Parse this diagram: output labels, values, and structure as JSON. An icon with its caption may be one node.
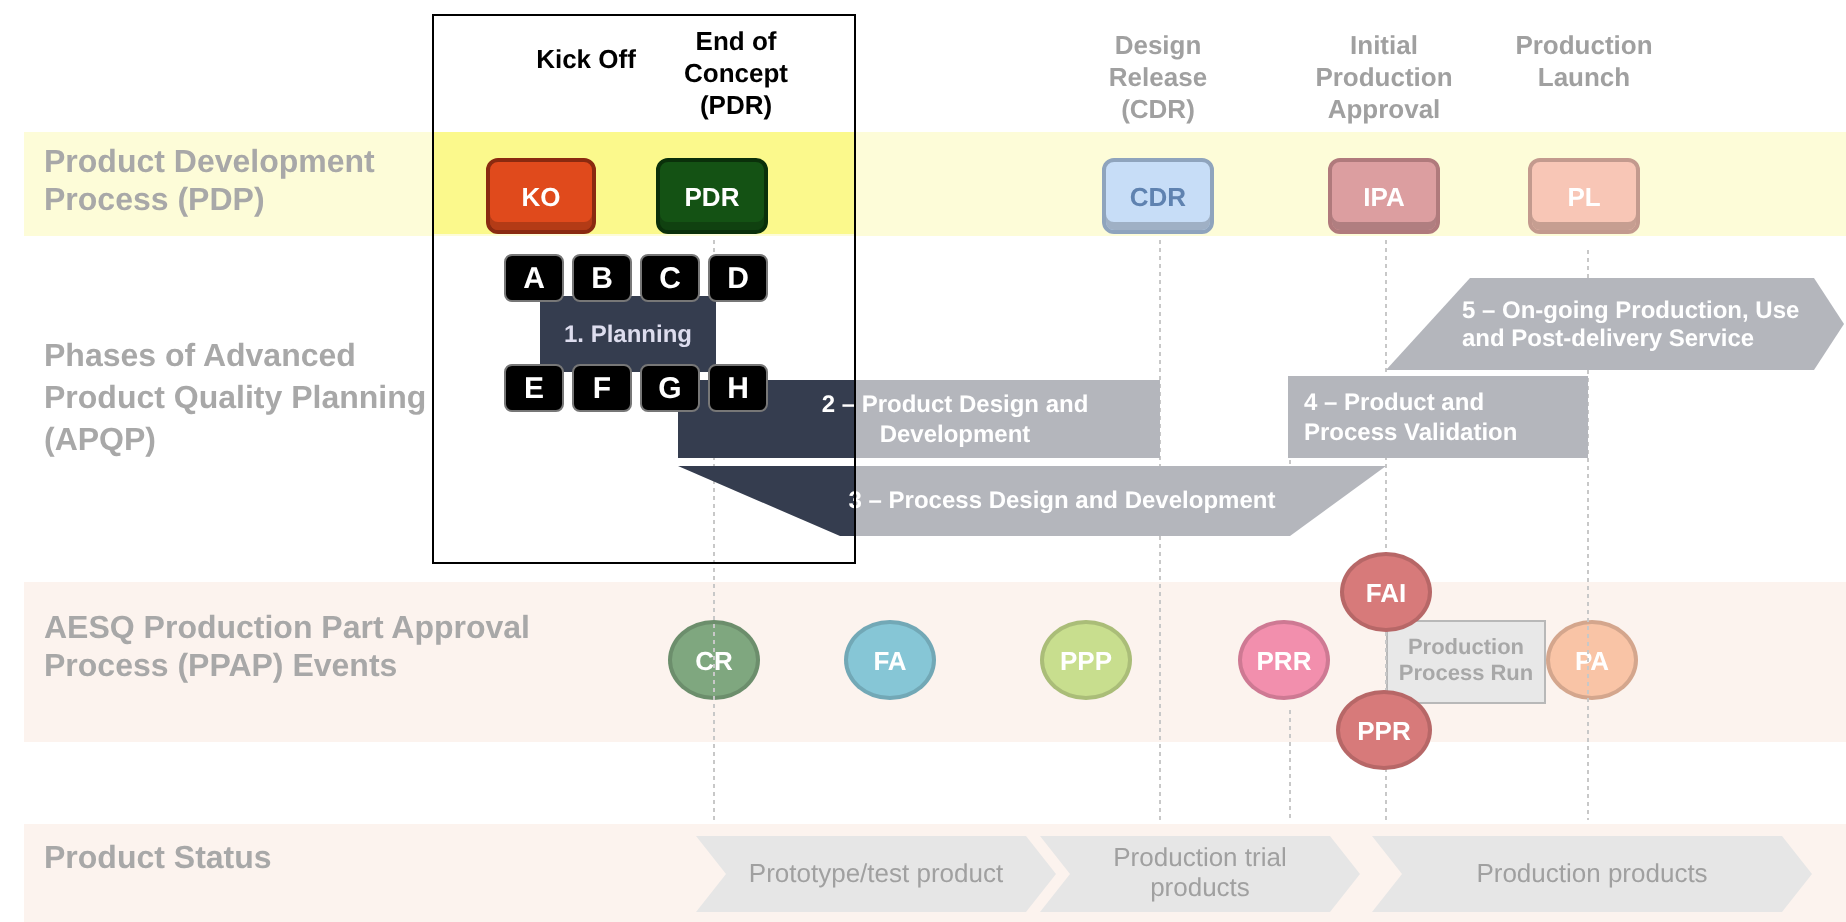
{
  "diagram": {
    "nodes": [
      {
        "text": [
          "Kick Off",
          "End of Concept (PDR)"
        ]
      },
      {
        "text": [
          "Product Development Process (PDP)"
        ]
      },
      {
        "text": [
          "KO"
        ]
      },
      {
        "text": [
          "PDR"
        ]
      },
      {
        "text": [
          "Design Release (CDR)",
          "CDR"
        ],
        "in": 1
      },
      {
        "text": [
          "Initial Production Approval",
          "IPA"
        ],
        "in": 1
      },
      {
        "text": [
          "Production Launch",
          "PL"
        ],
        "in": 1
      },
      {
        "text": [
          "A"
        ],
        "in": 0
      },
      {
        "text": [
          "B"
        ],
        "in": 0
      },
      {
        "text": [
          "C"
        ],
        "in": 0
      },
      {
        "text": [
          "D"
        ],
        "in": 0
      },
      {
        "text": [
          "1. Planning"
        ],
        "in": 0
      },
      {
        "text": [
          "E"
        ],
        "in": 0
      },
      {
        "text": [
          "F"
        ],
        "in": 0
      },
      {
        "text": [
          "G"
        ],
        "in": 0
      },
      {
        "text": [
          "H"
        ],
        "in": 0
      },
      {
        "text": [
          "2 – Product Design and Development"
        ]
      },
      {
        "text": [
          "3 – Process Design and Development"
        ]
      },
      {
        "text": [
          "4 – Product and Process Validation"
        ]
      },
      {
        "text": [
          "5 – On-going Production, Use and Post-delivery Service"
        ]
      },
      {
        "text": [
          "AESQ Production Part Approval Process (PPAP) Events"
        ]
      },
      {
        "text": [
          "CR"
        ],
        "in": 20
      },
      {
        "text": [
          "FA"
        ],
        "in": 20
      },
      {
        "text": [
          "PPP"
        ],
        "in": 20
      },
      {
        "text": [
          "PRR"
        ],
        "in": 20
      },
      {
        "text": [
          "FAI"
        ]
      },
      {
        "text": [
          "Production Process Run"
        ],
        "in": 20
      },
      {
        "text": [
          "PPR"
        ]
      },
      {
        "text": [
          "PA"
        ],
        "in": 20
      },
      {
        "text": [
          "Product Status"
        ]
      },
      {
        "text": [
          "Prototype/test product"
        ],
        "in": 29
      },
      {
        "text": [
          "Production trial products"
        ],
        "in": 29
      },
      {
        "text": [
          "Production products"
        ],
        "in": 29
      }
    ],
    "labels": [
      "Phases of Advanced Product Quality Planning (APQP)"
    ]
  }
}
